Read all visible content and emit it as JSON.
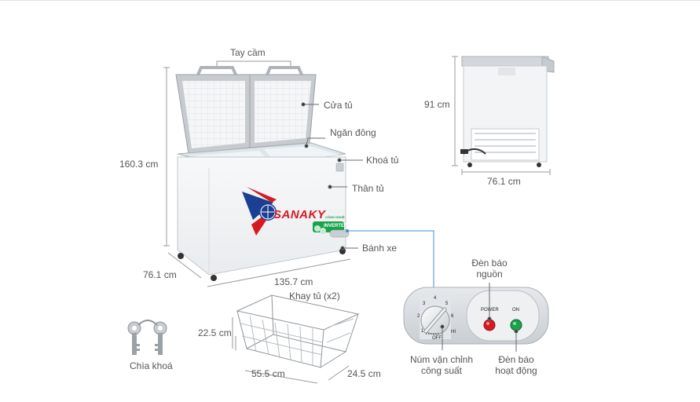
{
  "labels": {
    "handle": "Tay cầm",
    "door": "Cửa tủ",
    "compartment": "Ngăn đông",
    "lock": "Khoá tủ",
    "body": "Thân tủ",
    "wheel": "Bánh xe",
    "height": "160.3 cm",
    "depth": "76.1 cm",
    "width": "135.7 cm",
    "side_height": "91 cm",
    "side_depth": "76.1 cm",
    "basket_title": "Khay tủ (x2)",
    "basket_height": "22.5 cm",
    "basket_width": "55.5 cm",
    "basket_depth": "24.5 cm",
    "keys": "Chìa khoá",
    "power_led": "Đèn báo\nnguồn",
    "knob": "Núm vặn chỉnh\ncông suất",
    "on_led": "Đèn báo\nhoạt động"
  },
  "panel": {
    "power_text": "POWER",
    "on_text": "ON",
    "off_text": "OFF",
    "hi_text": "HI",
    "dial_numbers": [
      "1",
      "2",
      "3",
      "4",
      "5",
      "6"
    ]
  },
  "brand": {
    "name": "SANAKY",
    "badge_top": "CÔNG NGHỆ",
    "badge_main": "INVERTER",
    "colors": {
      "red": "#d71920",
      "blue": "#1c3f94",
      "green": "#1aa34a",
      "dim": "#7a7a7a"
    }
  }
}
